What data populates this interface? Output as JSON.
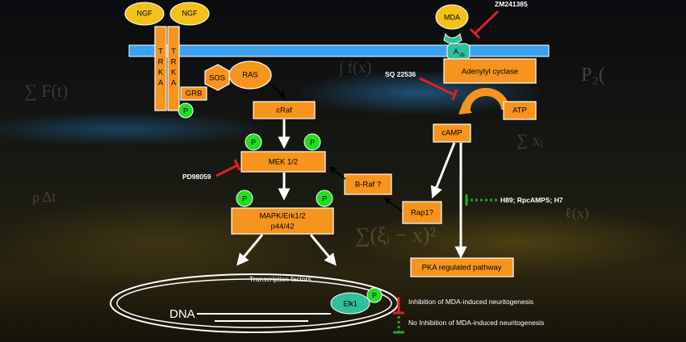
{
  "ligands": {
    "ngf_left": "NGF",
    "ngf_right": "NGF",
    "mda": "MDA"
  },
  "receptor": {
    "trka_left": [
      "T",
      "R",
      "K",
      "A"
    ],
    "trka_right": [
      "T",
      "R",
      "K",
      "A"
    ],
    "a2b": "A",
    "a2b_sub": "2b"
  },
  "nodes": {
    "grb": "GRB",
    "sos": "SOS",
    "ras": "RAS",
    "craf": "cRaf",
    "mek": "MEK 1/2",
    "mapk_line1": "MAPK/Erk1/2",
    "mapk_line2": "p44/42",
    "braf": "B-Raf ?",
    "rap1": "Rap1?",
    "adenylyl": "Adenylyl cyclase",
    "atp": "ATP",
    "camp": "cAMP",
    "pka": "PKA regulated pathway",
    "elk1": "Elk1",
    "p": "P"
  },
  "inhibitors": {
    "zm": "ZM241385",
    "sq": "SQ 22536",
    "pd": "PD98059",
    "h89": "H89; RpcAMPS; H7"
  },
  "labels": {
    "transcription": "Transcription factors",
    "dna": "DNA"
  },
  "legend": {
    "inhibition": "Inhibition of MDA-induced neuritogenesis",
    "no_inhibition": "No Inhibition of MDA-induced neuritogenesis"
  },
  "colors": {
    "node": "#f7941d",
    "membrane": "#3aa0f0",
    "phospho": "#22dd22",
    "ligand": "#f2c21a",
    "receptor_a2b": "#2fbf9a",
    "inhibit_red": "#e02020",
    "inhibit_green": "#22aa22"
  }
}
